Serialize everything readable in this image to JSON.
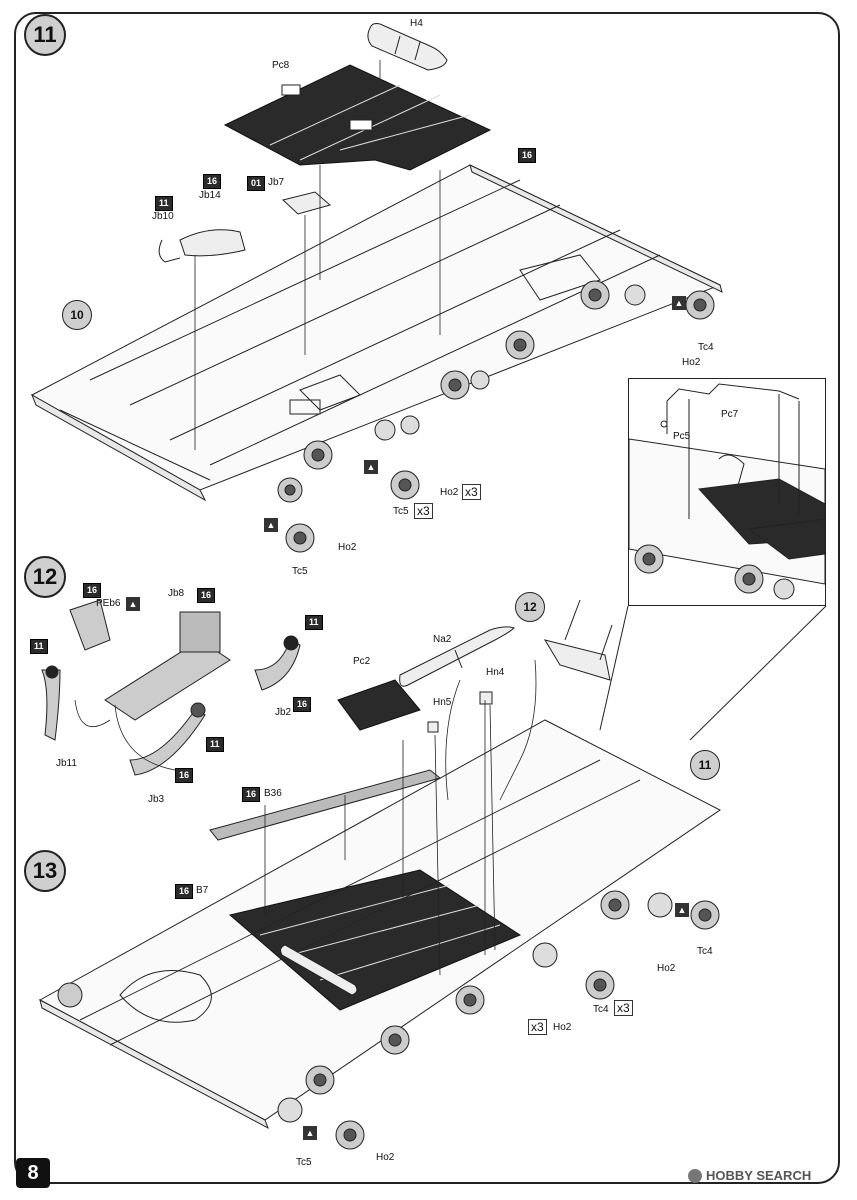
{
  "steps": [
    {
      "number": "11"
    },
    {
      "number": "12"
    },
    {
      "number": "13"
    }
  ],
  "ref_circles": [
    "10",
    "12",
    "11"
  ],
  "labels": {
    "h4": "H4",
    "pc8": "Pc8",
    "jb7": "Jb7",
    "jb14": "Jb14",
    "jb10": "Jb10",
    "ho2": "Ho2",
    "tc4": "Tc4",
    "tc5": "Tc5",
    "pc7": "Pc7",
    "pc5": "Pc5",
    "peb6": "PEb6",
    "jb8": "Jb8",
    "jb2": "Jb2",
    "jb11": "Jb11",
    "jb3": "Jb3",
    "na2": "Na2",
    "pc2": "Pc2",
    "hn4": "Hn4",
    "hn5": "Hn5",
    "b36": "B36",
    "b7": "B7"
  },
  "badges": {
    "b16": "16",
    "b11": "11",
    "b01": "01"
  },
  "multiplier": "x3",
  "page_number": "8",
  "watermark": {
    "brand": "HOBBY SEARCH"
  },
  "colors": {
    "panel": "#2a2a2a",
    "badge": "#2b2b2b",
    "circle": "#cfcfcf"
  }
}
